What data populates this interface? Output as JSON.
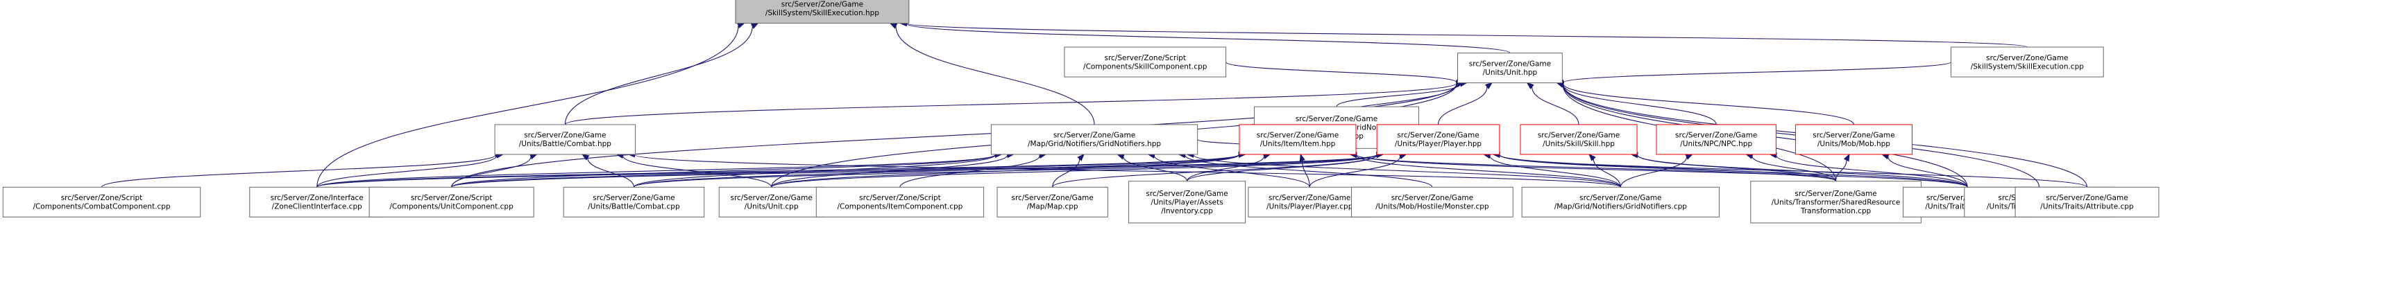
{
  "nodes": [
    {
      "id": "skillexec_hpp",
      "lines": [
        "src/Server/Zone/Game",
        "/SkillSystem/SkillExecution.hpp"
      ],
      "kind": "root",
      "interactable": false
    },
    {
      "id": "unit_hpp",
      "lines": [
        "src/Server/Zone/Game",
        "/Units/Unit.hpp"
      ],
      "kind": "plain",
      "interactable": true
    },
    {
      "id": "skillcomponent_cpp",
      "lines": [
        "src/Server/Zone/Script",
        "/Components/SkillComponent.cpp"
      ],
      "kind": "plain",
      "interactable": true
    },
    {
      "id": "gridnotifierpred_hpp",
      "lines": [
        "src/Server/Zone/Game",
        "/Map/Grid/Notifiers/GridNotifier",
        "Predicates.hpp"
      ],
      "kind": "plain",
      "interactable": true
    },
    {
      "id": "skillexec_cpp",
      "lines": [
        "src/Server/Zone/Game",
        "/SkillSystem/SkillExecution.cpp"
      ],
      "kind": "plain",
      "interactable": true
    },
    {
      "id": "combat_hpp",
      "lines": [
        "src/Server/Zone/Game",
        "/Units/Battle/Combat.hpp"
      ],
      "kind": "plain",
      "interactable": true
    },
    {
      "id": "gridnotifiers_hpp",
      "lines": [
        "src/Server/Zone/Game",
        "/Map/Grid/Notifiers/GridNotifiers.hpp"
      ],
      "kind": "plain",
      "interactable": true
    },
    {
      "id": "item_hpp",
      "lines": [
        "src/Server/Zone/Game",
        "/Units/Item/Item.hpp"
      ],
      "kind": "truncated",
      "interactable": true
    },
    {
      "id": "player_hpp",
      "lines": [
        "src/Server/Zone/Game",
        "/Units/Player/Player.hpp"
      ],
      "kind": "truncated",
      "interactable": true
    },
    {
      "id": "skill_hpp",
      "lines": [
        "src/Server/Zone/Game",
        "/Units/Skill/Skill.hpp"
      ],
      "kind": "truncated",
      "interactable": true
    },
    {
      "id": "npc_hpp",
      "lines": [
        "src/Server/Zone/Game",
        "/Units/NPC/NPC.hpp"
      ],
      "kind": "truncated",
      "interactable": true
    },
    {
      "id": "mob_hpp",
      "lines": [
        "src/Server/Zone/Game",
        "/Units/Mob/Mob.hpp"
      ],
      "kind": "truncated",
      "interactable": true
    },
    {
      "id": "combatcomponent_cpp",
      "lines": [
        "src/Server/Zone/Script",
        "/Components/CombatComponent.cpp"
      ],
      "kind": "plain",
      "interactable": true
    },
    {
      "id": "zoneclientinterface_cpp",
      "lines": [
        "src/Server/Zone/Interface",
        "/ZoneClientInterface.cpp"
      ],
      "kind": "plain",
      "interactable": true
    },
    {
      "id": "unitcomponent_cpp",
      "lines": [
        "src/Server/Zone/Script",
        "/Components/UnitComponent.cpp"
      ],
      "kind": "plain",
      "interactable": true
    },
    {
      "id": "combat_cpp",
      "lines": [
        "src/Server/Zone/Game",
        "/Units/Battle/Combat.cpp"
      ],
      "kind": "plain",
      "interactable": true
    },
    {
      "id": "unit_cpp",
      "lines": [
        "src/Server/Zone/Game",
        "/Units/Unit.cpp"
      ],
      "kind": "plain",
      "interactable": true
    },
    {
      "id": "itemcomponent_cpp",
      "lines": [
        "src/Server/Zone/Script",
        "/Components/ItemComponent.cpp"
      ],
      "kind": "plain",
      "interactable": true
    },
    {
      "id": "map_cpp",
      "lines": [
        "src/Server/Zone/Game",
        "/Map/Map.cpp"
      ],
      "kind": "plain",
      "interactable": true
    },
    {
      "id": "inventory_cpp",
      "lines": [
        "src/Server/Zone/Game",
        "/Units/Player/Assets",
        "/Inventory.cpp"
      ],
      "kind": "plain",
      "interactable": true
    },
    {
      "id": "player_cpp",
      "lines": [
        "src/Server/Zone/Game",
        "/Units/Player/Player.cpp"
      ],
      "kind": "plain",
      "interactable": true
    },
    {
      "id": "monster_cpp",
      "lines": [
        "src/Server/Zone/Game",
        "/Units/Mob/Hostile/Monster.cpp"
      ],
      "kind": "plain",
      "interactable": true
    },
    {
      "id": "gridnotifiers_cpp",
      "lines": [
        "src/Server/Zone/Game",
        "/Map/Grid/Notifiers/GridNotifiers.cpp"
      ],
      "kind": "plain",
      "interactable": true
    },
    {
      "id": "transformation_cpp",
      "lines": [
        "src/Server/Zone/Game",
        "/Units/Transformer/SharedResource",
        "Transformation.cpp"
      ],
      "kind": "plain",
      "interactable": true
    },
    {
      "id": "status_cpp",
      "lines": [
        "src/Server/Zone/Game",
        "/Units/Traits/Status.cpp"
      ],
      "kind": "plain",
      "interactable": true
    },
    {
      "id": "appearance_cpp",
      "lines": [
        "src/Server/Zone/Game",
        "/Units/Traits/Appearance.cpp"
      ],
      "kind": "plain",
      "interactable": true
    },
    {
      "id": "attribute_cpp",
      "lines": [
        "src/Server/Zone/Game",
        "/Units/Traits/Attribute.cpp"
      ],
      "kind": "plain",
      "interactable": true
    }
  ],
  "edges": [
    [
      "unit_hpp",
      "skillexec_hpp"
    ],
    [
      "combat_hpp",
      "skillexec_hpp"
    ],
    [
      "gridnotifiers_hpp",
      "skillexec_hpp"
    ],
    [
      "zoneclientinterface_cpp",
      "skillexec_hpp"
    ],
    [
      "skillexec_cpp",
      "skillexec_hpp"
    ],
    [
      "skillcomponent_cpp",
      "unit_hpp"
    ],
    [
      "gridnotifierpred_hpp",
      "unit_hpp"
    ],
    [
      "skillexec_cpp",
      "unit_hpp"
    ],
    [
      "combat_hpp",
      "unit_hpp"
    ],
    [
      "item_hpp",
      "unit_hpp"
    ],
    [
      "player_hpp",
      "unit_hpp"
    ],
    [
      "skill_hpp",
      "unit_hpp"
    ],
    [
      "npc_hpp",
      "unit_hpp"
    ],
    [
      "mob_hpp",
      "unit_hpp"
    ],
    [
      "unitcomponent_cpp",
      "unit_hpp"
    ],
    [
      "unit_cpp",
      "unit_hpp"
    ],
    [
      "transformation_cpp",
      "unit_hpp"
    ],
    [
      "status_cpp",
      "unit_hpp"
    ],
    [
      "appearance_cpp",
      "unit_hpp"
    ],
    [
      "attribute_cpp",
      "unit_hpp"
    ],
    [
      "gridnotifiers_hpp",
      "gridnotifierpred_hpp"
    ],
    [
      "combatcomponent_cpp",
      "combat_hpp"
    ],
    [
      "zoneclientinterface_cpp",
      "combat_hpp"
    ],
    [
      "unitcomponent_cpp",
      "combat_hpp"
    ],
    [
      "combat_cpp",
      "combat_hpp"
    ],
    [
      "unit_cpp",
      "combat_hpp"
    ],
    [
      "gridnotifiers_cpp",
      "combat_hpp"
    ],
    [
      "zoneclientinterface_cpp",
      "gridnotifiers_hpp"
    ],
    [
      "unitcomponent_cpp",
      "gridnotifiers_hpp"
    ],
    [
      "combat_cpp",
      "gridnotifiers_hpp"
    ],
    [
      "unit_cpp",
      "gridnotifiers_hpp"
    ],
    [
      "itemcomponent_cpp",
      "gridnotifiers_hpp"
    ],
    [
      "map_cpp",
      "gridnotifiers_hpp"
    ],
    [
      "inventory_cpp",
      "gridnotifiers_hpp"
    ],
    [
      "player_cpp",
      "gridnotifiers_hpp"
    ],
    [
      "monster_cpp",
      "gridnotifiers_hpp"
    ],
    [
      "gridnotifiers_cpp",
      "gridnotifiers_hpp"
    ],
    [
      "zoneclientinterface_cpp",
      "item_hpp"
    ],
    [
      "unitcomponent_cpp",
      "item_hpp"
    ],
    [
      "combat_cpp",
      "item_hpp"
    ],
    [
      "unit_cpp",
      "item_hpp"
    ],
    [
      "inventory_cpp",
      "item_hpp"
    ],
    [
      "player_cpp",
      "item_hpp"
    ],
    [
      "gridnotifiers_cpp",
      "item_hpp"
    ],
    [
      "transformation_cpp",
      "item_hpp"
    ],
    [
      "status_cpp",
      "item_hpp"
    ],
    [
      "zoneclientinterface_cpp",
      "player_hpp"
    ],
    [
      "unitcomponent_cpp",
      "player_hpp"
    ],
    [
      "combat_cpp",
      "player_hpp"
    ],
    [
      "unit_cpp",
      "player_hpp"
    ],
    [
      "map_cpp",
      "player_hpp"
    ],
    [
      "inventory_cpp",
      "player_hpp"
    ],
    [
      "player_cpp",
      "player_hpp"
    ],
    [
      "gridnotifiers_cpp",
      "player_hpp"
    ],
    [
      "transformation_cpp",
      "player_hpp"
    ],
    [
      "status_cpp",
      "player_hpp"
    ],
    [
      "attribute_cpp",
      "player_hpp"
    ],
    [
      "gridnotifiers_cpp",
      "skill_hpp"
    ],
    [
      "transformation_cpp",
      "skill_hpp"
    ],
    [
      "status_cpp",
      "skill_hpp"
    ],
    [
      "gridnotifiers_cpp",
      "npc_hpp"
    ],
    [
      "transformation_cpp",
      "npc_hpp"
    ],
    [
      "status_cpp",
      "npc_hpp"
    ],
    [
      "transformation_cpp",
      "mob_hpp"
    ],
    [
      "status_cpp",
      "mob_hpp"
    ]
  ],
  "colors": {
    "edge": "#191970",
    "node_border": "#666666",
    "truncated_border": "#ff0000",
    "root_fill": "#bfbfbf",
    "node_fill": "#ffffff"
  }
}
